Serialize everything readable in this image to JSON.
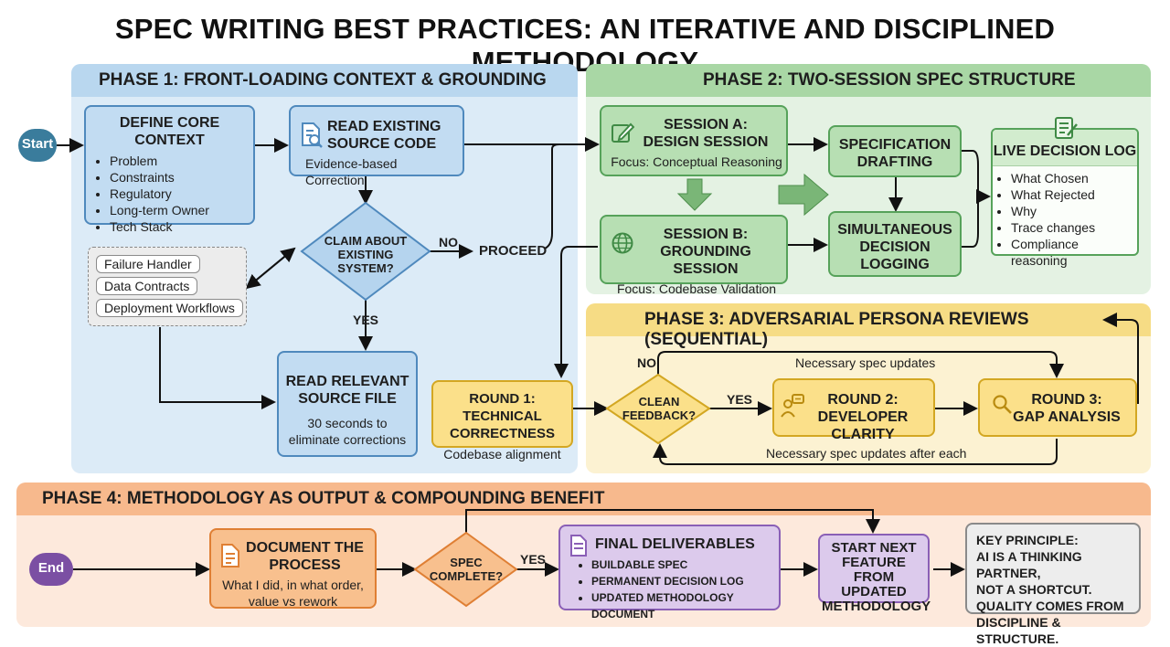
{
  "title": "SPEC WRITING BEST PRACTICES: AN ITERATIVE AND DISCIPLINED METHODOLOGY",
  "colors": {
    "phase1": "#dcebf7",
    "phase2": "#e4f2e3",
    "phase3": "#fcf2d2",
    "phase4": "#fde9dc",
    "start": "#3a7c9c",
    "end": "#7b4fa3"
  },
  "phase1": {
    "header": "PHASE 1: FRONT-LOADING CONTEXT & GROUNDING",
    "start": "Start",
    "core_context": {
      "title": "DEFINE CORE CONTEXT",
      "items": [
        "Problem",
        "Constraints",
        "Regulatory",
        "Long-term Owner",
        "Tech Stack"
      ]
    },
    "read_existing": {
      "title_line1": "READ EXISTING",
      "title_line2": "SOURCE CODE",
      "subtitle": "Evidence-based Correction",
      "icon": "document-search-icon"
    },
    "claim": {
      "line1": "CLAIM ABOUT",
      "line2": "EXISTING",
      "line3": "SYSTEM?"
    },
    "no_label": "NO",
    "proceed": "PROCEED",
    "yes_label": "YES",
    "context_items": [
      "Failure Handler",
      "Data Contracts",
      "Deployment Workflows"
    ],
    "read_relevant": {
      "title_line1": "READ RELEVANT",
      "title_line2": "SOURCE FILE",
      "sub_line1": "30 seconds to",
      "sub_line2": "eliminate corrections"
    }
  },
  "phase2": {
    "header": "PHASE 2: TWO-SESSION SPEC STRUCTURE",
    "session_a": {
      "line1": "SESSION A:",
      "line2": "DESIGN SESSION",
      "focus": "Focus: Conceptual Reasoning",
      "icon": "pencil-icon"
    },
    "session_b": {
      "line1": "SESSION B:",
      "line2": "GROUNDING SESSION",
      "focus": "Focus: Codebase Validation",
      "icon": "globe-icon"
    },
    "spec_drafting": {
      "line1": "SPECIFICATION",
      "line2": "DRAFTING"
    },
    "logging": {
      "line1": "SIMULTANEOUS",
      "line2": "DECISION",
      "line3": "LOGGING"
    },
    "decision_log": {
      "title": "LIVE DECISION LOG",
      "items": [
        "What Chosen",
        "What Rejected",
        "Why",
        "Trace changes",
        "Compliance reasoning"
      ],
      "icon": "notepad-icon"
    }
  },
  "phase3": {
    "header": "PHASE 3: ADVERSARIAL PERSONA REVIEWS (SEQUENTIAL)",
    "round1": {
      "line1": "ROUND 1: TECHNICAL",
      "line2": "CORRECTNESS",
      "sub": "Codebase alignment"
    },
    "clean": {
      "line1": "CLEAN",
      "line2": "FEEDBACK?"
    },
    "no_label": "NO",
    "yes_label": "YES",
    "updates_top": "Necessary spec updates",
    "updates_bottom": "Necessary spec updates after each",
    "round2": {
      "line1": "ROUND 2:",
      "line2": "DEVELOPER CLARITY",
      "icon": "person-chat-icon"
    },
    "round3": {
      "line1": "ROUND 3:",
      "line2": "GAP ANALYSIS",
      "icon": "magnifier-icon"
    }
  },
  "phase4": {
    "header": "PHASE 4: METHODOLOGY AS OUTPUT & COMPOUNDING BENEFIT",
    "end": "End",
    "document": {
      "line1": "DOCUMENT THE",
      "line2": "PROCESS",
      "sub1": "What I did, in what order,",
      "sub2": "value vs rework",
      "icon": "document-icon"
    },
    "spec_complete": {
      "line1": "SPEC",
      "line2": "COMPLETE?"
    },
    "yes_label": "YES",
    "deliverables": {
      "title": "FINAL DELIVERABLES",
      "items": [
        "BUILDABLE SPEC",
        "PERMANENT DECISION LOG",
        "UPDATED METHODOLOGY DOCUMENT"
      ],
      "icon": "document-icon"
    },
    "next_feature": {
      "line1": "START NEXT",
      "line2": "FEATURE FROM",
      "line3": "UPDATED",
      "line4": "METHODOLOGY"
    },
    "principle": {
      "line1": "KEY PRINCIPLE:",
      "line2": "AI IS A THINKING PARTNER,",
      "line3": "NOT A SHORTCUT.",
      "line4": "QUALITY COMES FROM",
      "line5": "DISCIPLINE & STRUCTURE."
    }
  }
}
